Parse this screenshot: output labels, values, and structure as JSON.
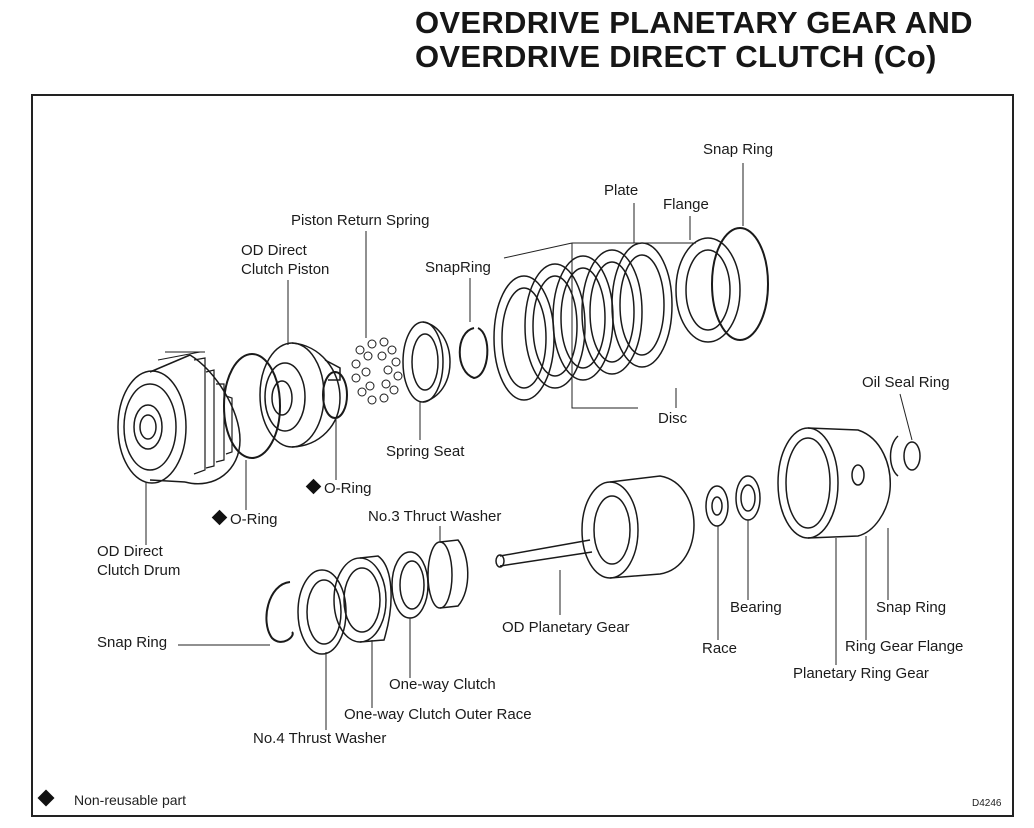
{
  "title": {
    "line1": "OVERDRIVE PLANETARY GEAR AND",
    "line2": "OVERDRIVE DIRECT CLUTCH (Co)"
  },
  "labels": {
    "snap_ring_top": "Snap Ring",
    "plate": "Plate",
    "flange": "Flange",
    "piston_return_spring": "Piston Return Spring",
    "od_direct_clutch_piston_l1": "OD Direct",
    "od_direct_clutch_piston_l2": "Clutch Piston",
    "snapring_mid": "SnapRing",
    "oil_seal_ring": "Oil Seal Ring",
    "disc": "Disc",
    "spring_seat": "Spring Seat",
    "o_ring_right": "O-Ring",
    "o_ring_left": "O-Ring",
    "no3_thrust_washer": "No.3 Thruct Washer",
    "od_direct_clutch_drum_l1": "OD Direct",
    "od_direct_clutch_drum_l2": "Clutch Drum",
    "bearing": "Bearing",
    "snap_ring_right": "Snap Ring",
    "snap_ring_left": "Snap Ring",
    "od_planetary_gear": "OD Planetary Gear",
    "race": "Race",
    "ring_gear_flange": "Ring Gear Flange",
    "planetary_ring_gear": "Planetary Ring Gear",
    "one_way_clutch": "One-way Clutch",
    "one_way_clutch_outer_race": "One-way Clutch Outer Race",
    "no4_thrust_washer": "No.4 Thrust Washer"
  },
  "legend": {
    "non_reusable": "Non-reusablе part"
  },
  "figure_code": "D4246",
  "icons": {
    "non_reusable_marker": "black-diamond-icon"
  }
}
